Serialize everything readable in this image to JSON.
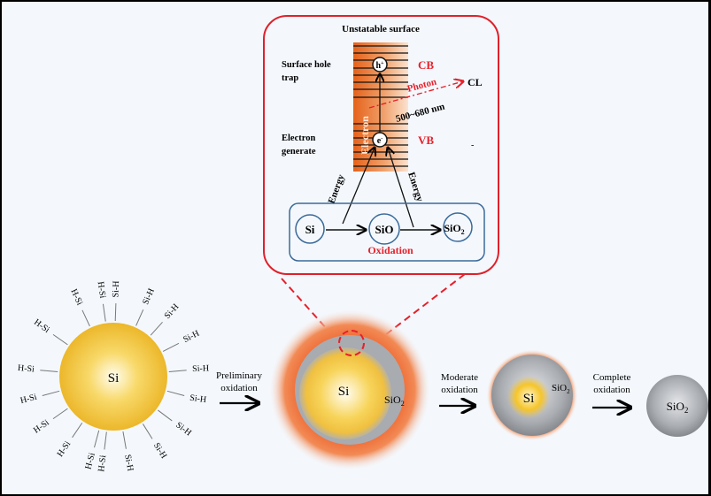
{
  "colors": {
    "background": "#f4f8fd",
    "frame": "#000000",
    "inset_border": "#e0202a",
    "accent_red": "#e8202a",
    "oxidation_box": "#3a6a9a",
    "band_orange": "#e86d1f",
    "si_yellow": "#f2c232",
    "sio2_gray": "#9a9ea4",
    "glow_orange": "#f07a40"
  },
  "inset": {
    "title": "Unstatable surface",
    "surface_hole_trap": [
      "Surface hole",
      "trap"
    ],
    "electron_generate": [
      "Electron",
      "generate"
    ],
    "cb": "CB",
    "vb": "VB",
    "hole_label": "h+",
    "electron_label": "e-",
    "electron_axis": "Electron",
    "photon": "Photon",
    "cl": "CL",
    "wavelength": "500~680 nm",
    "dash_mark": "-",
    "energy_left": "Energy",
    "energy_right": "Energy",
    "species": [
      "Si",
      "SiO",
      "SiO2"
    ],
    "oxidation": "Oxidation"
  },
  "stages": {
    "initial": {
      "core": "Si",
      "ligands_right": [
        "Si-H",
        "Si-H",
        "Si-H",
        "Si-H",
        "Si-H",
        "Si-H",
        "Si-H",
        "Si-H",
        "Si-H"
      ],
      "ligands_left": [
        "H-Si",
        "H-Si",
        "H-Si",
        "H-Si",
        "H-Si",
        "H-Si",
        "H-Si",
        "H-Si",
        "H-Si"
      ]
    },
    "step1": {
      "label": [
        "Preliminary",
        "oxidation"
      ]
    },
    "preliminary": {
      "core": "Si",
      "shell": "SiO2"
    },
    "step2": {
      "label": [
        "Moderate",
        "oxidation"
      ]
    },
    "moderate": {
      "core": "Si",
      "shell": "SiO2"
    },
    "step3": {
      "label": [
        "Complete",
        "oxidation"
      ]
    },
    "complete": {
      "core": "SiO2"
    }
  }
}
